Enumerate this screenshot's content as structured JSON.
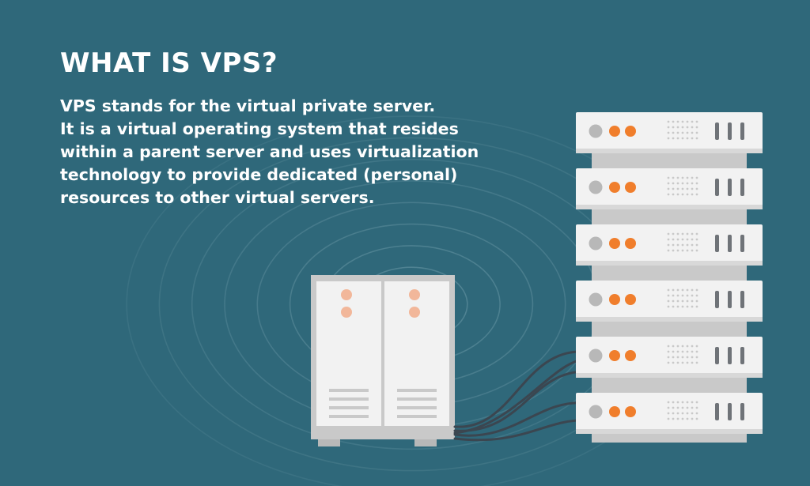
{
  "colors": {
    "background": "#2f687a",
    "ring": "#6a97a5",
    "text": "#ffffff",
    "server_body": "#f2f2f2",
    "server_shadow": "#d8d8d8",
    "rack_frame": "#c9c9c9",
    "led_gray": "#b8b8b8",
    "led_orange": "#f07e2c",
    "led_peach": "#f2b79a",
    "cable": "#3b4650"
  },
  "heading": {
    "title": "WHAT IS VPS?",
    "lines": [
      "VPS stands for the virtual private server.",
      "It is a virtual operating system that resides",
      "within a parent server and uses virtualization",
      "technology to provide dedicated (personal)",
      "resources to other virtual servers."
    ]
  },
  "illustration": {
    "rack_units": 6,
    "tower_bays": 2,
    "icons": [
      "server-rack-icon",
      "tower-server-icon",
      "network-cable-icon",
      "signal-ring-icon"
    ]
  }
}
